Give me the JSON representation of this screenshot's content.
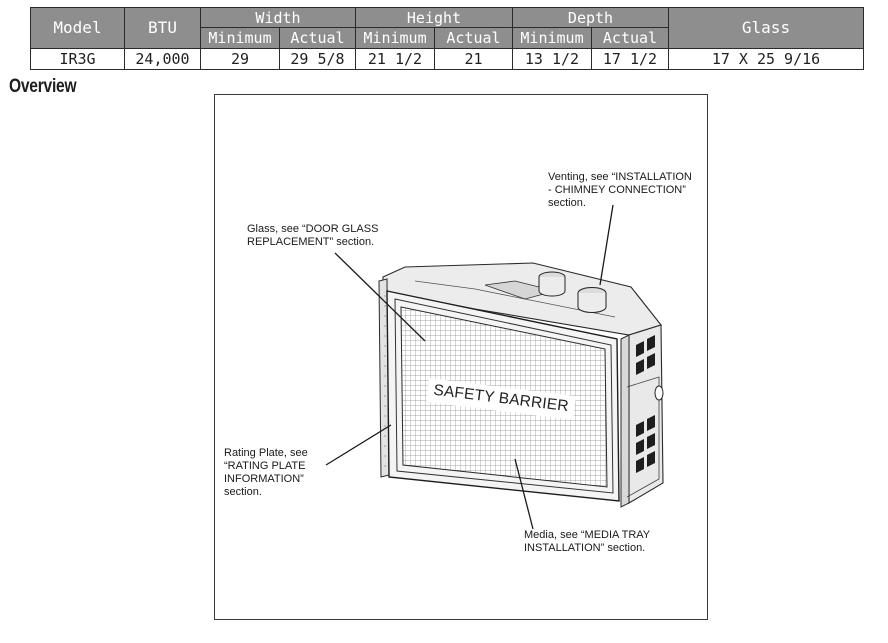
{
  "spec_table": {
    "headers": {
      "model": "Model",
      "btu": "BTU",
      "width": "Width",
      "height": "Height",
      "depth": "Depth",
      "glass": "Glass",
      "minimum": "Minimum",
      "actual": "Actual"
    },
    "row": {
      "model": "IR3G",
      "btu": "24,000",
      "width_min": "29",
      "width_actual": "29 5/8",
      "height_min": "21 1/2",
      "height_actual": "21",
      "depth_min": "13 1/2",
      "depth_actual": "17 1/2",
      "glass": "17 X 25 9/16"
    }
  },
  "overview": {
    "heading": "Overview",
    "barrier_label": "SAFETY BARRIER",
    "callouts": {
      "venting": [
        "Venting, see “INSTALLATION",
        "- CHIMNEY CONNECTION”",
        "section."
      ],
      "glass": [
        "Glass, see “DOOR GLASS",
        "REPLACEMENT” section."
      ],
      "rating": [
        "Rating Plate, see",
        "“RATING PLATE",
        "INFORMATION”",
        "section."
      ],
      "media": [
        "Media, see “MEDIA TRAY",
        "INSTALLATION” section."
      ]
    }
  }
}
